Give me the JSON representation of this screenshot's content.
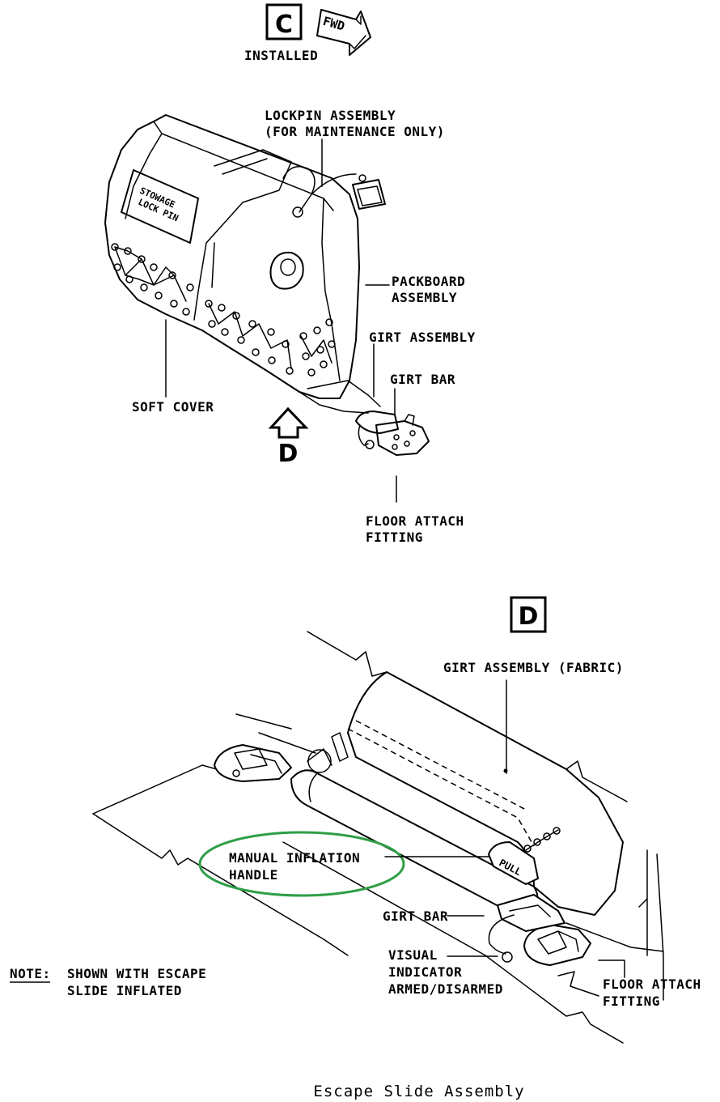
{
  "view_c": {
    "id": "C",
    "fwd": "FWD",
    "installed": "INSTALLED",
    "stowage_line1": "STOWAGE",
    "stowage_line2": "LOCK PIN",
    "lockpin_line1": "LOCKPIN ASSEMBLY",
    "lockpin_line2": "(FOR MAINTENANCE ONLY)",
    "packboard_line1": "PACKBOARD",
    "packboard_line2": "ASSEMBLY",
    "girt_assembly": "GIRT ASSEMBLY",
    "girt_bar": "GIRT BAR",
    "soft_cover": "SOFT COVER",
    "view_arrow": "D",
    "floor_line1": "FLOOR ATTACH",
    "floor_line2": "FITTING"
  },
  "view_d": {
    "id": "D",
    "girt_fabric": "GIRT ASSEMBLY (FABRIC)",
    "manual_line1": "MANUAL INFLATION",
    "manual_line2": "HANDLE",
    "pull": "PULL",
    "girt_bar": "GIRT BAR",
    "visual_line1": "VISUAL",
    "visual_line2": "INDICATOR",
    "visual_line3": "ARMED/DISARMED",
    "floor_line1": "FLOOR ATTACH",
    "floor_line2": "FITTING",
    "note_prefix": "NOTE:",
    "note_line1": "SHOWN WITH ESCAPE",
    "note_line2": "SLIDE INFLATED",
    "highlight_color": "#2e9e46"
  },
  "caption": "Escape Slide Assembly"
}
